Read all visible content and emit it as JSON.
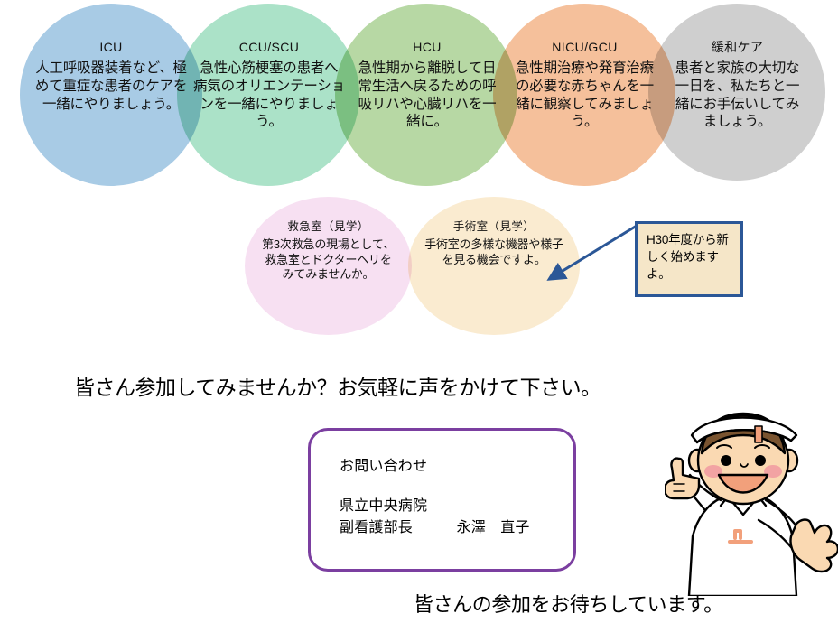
{
  "poster": {
    "headline": "皆さん参加してみませんか？お気軽に声をかけて下さい。",
    "footer": "皆さんの参加をお待ちしています。"
  },
  "units": [
    {
      "id": "icu",
      "name": "ICU",
      "description": "人工呼吸器装着など、極めて重症な患者のケアを一緒にやりましょう。",
      "color": "#A8CBE5"
    },
    {
      "id": "ccu-scu",
      "name": "CCU/SCU",
      "description": "急性心筋梗塞の患者へ病気のオリエンテーションを一緒にやりましょう。",
      "color": "#ABE2C8"
    },
    {
      "id": "hcu",
      "name": "HCU",
      "description": "急性期から離脱して日常生活へ戻るための呼吸リハや心臓リハを一緒に。",
      "color": "#B7D8A4"
    },
    {
      "id": "nicu-gcu",
      "name": "NICU/GCU",
      "description": "急性期治療や発育治療の必要な赤ちゃんを一緒に観察してみましょう。",
      "color": "#F5C09B"
    },
    {
      "id": "kanwa-care",
      "name": "緩和ケア",
      "description": "患者と家族の大切な一日を、私たちと一緒にお手伝いしてみましょう。",
      "color": "#CFCFCF"
    },
    {
      "id": "kyukyushitsu",
      "name": "救急室（見学）",
      "description": "第3次救急の現場として、救急室とドクターヘリをみてみませんか。",
      "color": "#F7E0F2"
    },
    {
      "id": "shujutsushitsu",
      "name": "手術室（見学）",
      "description": "手術室の多様な機器や様子を見る機会ですよ。",
      "color": "#FAEBD0"
    }
  ],
  "callout": {
    "text": "H30年度から新しく始めますよ。",
    "border_color": "#2B5797",
    "fill_color": "#F5E6C8"
  },
  "contact": {
    "heading": "お問い合わせ",
    "organization": "県立中央病院",
    "person": "副看護部長　　　永澤　直子",
    "border_color": "#7B3FA0"
  }
}
